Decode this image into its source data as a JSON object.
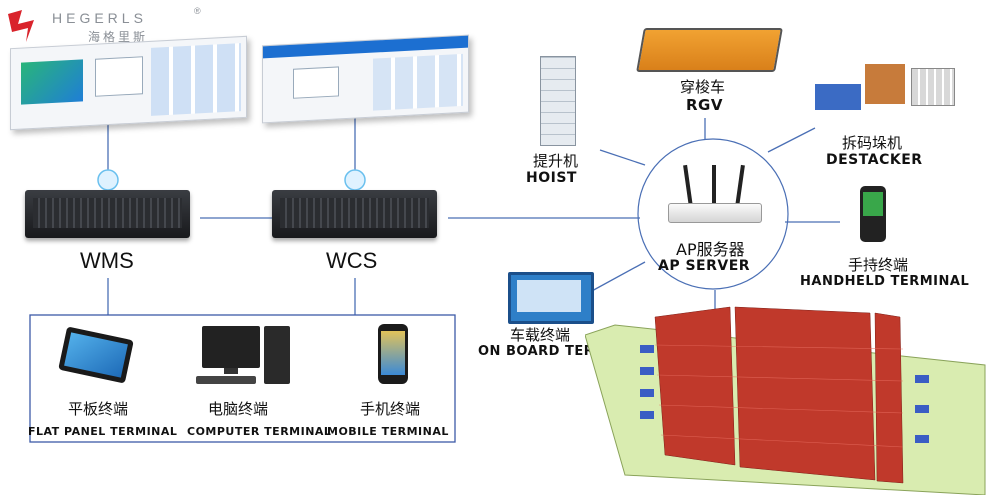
{
  "logo": {
    "brand": "HEGERLS",
    "mark": "®",
    "cn": "海格里斯"
  },
  "nodes": {
    "wms": "WMS",
    "wcs": "WCS",
    "rgv": {
      "cn": "穿梭车",
      "en": "RGV"
    },
    "hoist": {
      "cn": "提升机",
      "en": "HOIST"
    },
    "destacker": {
      "cn": "拆码垛机",
      "en": "DESTACKER"
    },
    "ap": {
      "cn": "AP服务器",
      "en": "AP SERVER"
    },
    "handheld": {
      "cn": "手持终端",
      "en": "HANDHELD TERMINAL"
    },
    "onboard": {
      "cn": "车载终端",
      "en": "ON BOARD TERMINAL"
    }
  },
  "terminals": [
    {
      "cn": "平板终端",
      "en": "FLAT PANEL TERMINAL"
    },
    {
      "cn": "电脑终端",
      "en": "COMPUTER TERMINAL"
    },
    {
      "cn": "手机终端",
      "en": "MOBILE TERMINAL"
    }
  ],
  "colors": {
    "link": "#3d5aa8",
    "rack": "#c0392b",
    "floor": "#d9ecb0",
    "screen_blue": "#1c6fd1"
  }
}
